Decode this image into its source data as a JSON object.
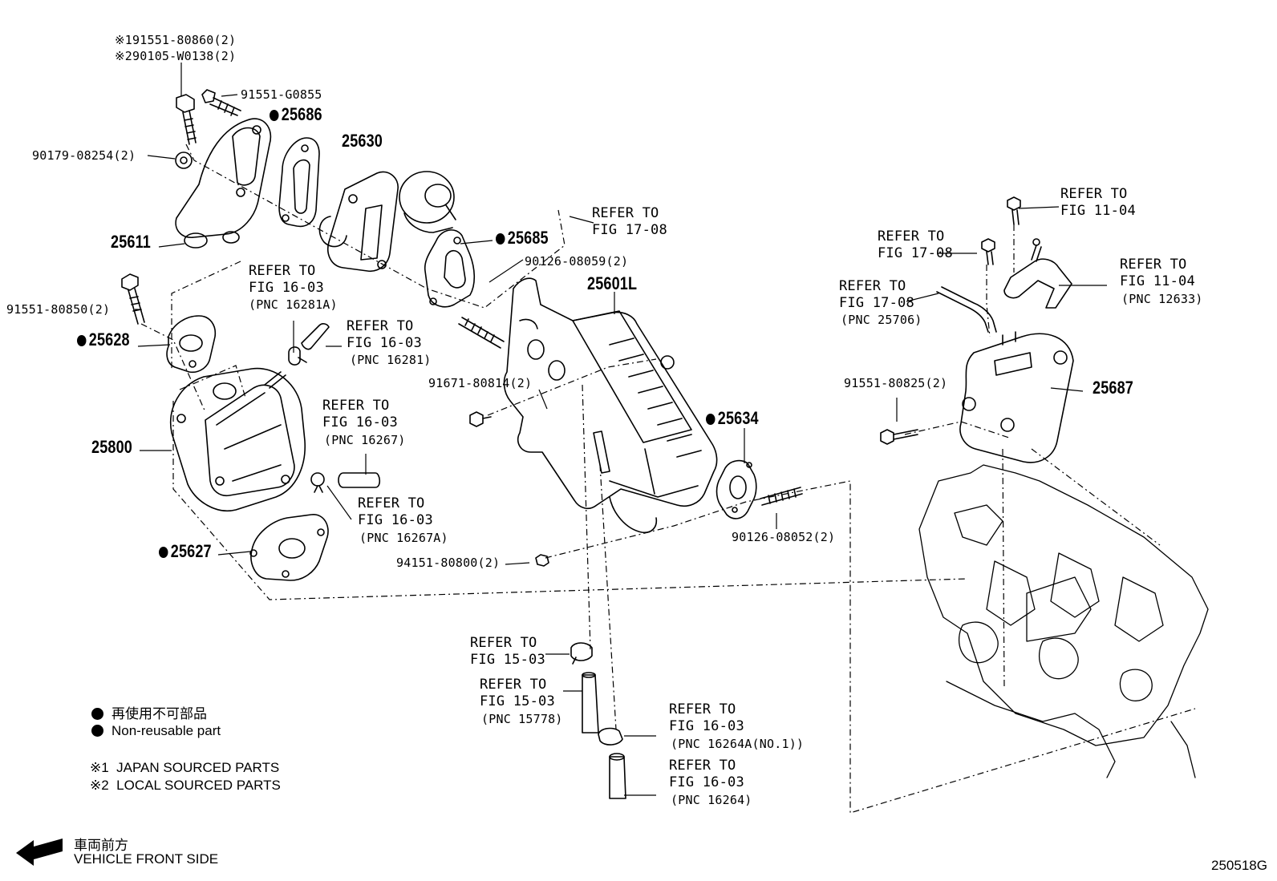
{
  "labels": {
    "p91551_80860": "※191551-80860(2)",
    "p290105": "※290105-W0138(2)",
    "p91551_g0855": "91551-G0855",
    "p25686": "25686",
    "p25630": "25630",
    "p90179": "90179-08254(2)",
    "p25611": "25611",
    "r_fig17_08_a_1": "REFER TO",
    "r_fig17_08_a_2": "FIG 17-08",
    "p25685": "25685",
    "r_fig16_03_281a_1": "REFER TO",
    "r_fig16_03_281a_2": "FIG 16-03",
    "r_fig16_03_281a_3": "(PNC 16281A)",
    "p90126_08059": "90126-08059(2)",
    "p25601l": "25601L",
    "p91551_80850": "91551-80850(2)",
    "p25628": "25628",
    "r_fig16_03_281_1": "REFER TO",
    "r_fig16_03_281_2": "FIG 16-03",
    "r_fig16_03_281_3": "(PNC 16281)",
    "p91671": "91671-80814(2)",
    "p25800": "25800",
    "r_fig16_03_267_1": "REFER TO",
    "r_fig16_03_267_2": "FIG 16-03",
    "r_fig16_03_267_3": "(PNC 16267)",
    "r_fig16_03_267a_1": "REFER TO",
    "r_fig16_03_267a_2": "FIG 16-03",
    "r_fig16_03_267a_3": "(PNC 16267A)",
    "p25627": "25627",
    "p94151": "94151-80800(2)",
    "p25634": "25634",
    "p90126_08052": "90126-08052(2)",
    "r_fig11_04_a_1": "REFER TO",
    "r_fig11_04_a_2": "FIG 11-04",
    "r_fig17_08_b_1": "REFER TO",
    "r_fig17_08_b_2": "FIG 17-08",
    "r_fig17_08_c_1": "REFER TO",
    "r_fig17_08_c_2": "FIG 17-08",
    "r_fig17_08_c_3": "(PNC 25706)",
    "r_fig11_04_b_1": "REFER TO",
    "r_fig11_04_b_2": "FIG 11-04",
    "r_fig11_04_b_3": "(PNC 12633)",
    "p91551_80825": "91551-80825(2)",
    "p25687": "25687",
    "r_fig15_03_a_1": "REFER TO",
    "r_fig15_03_a_2": "FIG 15-03",
    "r_fig15_03_b_1": "REFER TO",
    "r_fig15_03_b_2": "FIG 15-03",
    "r_fig15_03_b_3": "(PNC 15778)",
    "r_fig16_03_264a_1": "REFER TO",
    "r_fig16_03_264a_2": "FIG 16-03",
    "r_fig16_03_264a_3": "(PNC 16264A(NO.1))",
    "r_fig16_03_264_1": "REFER TO",
    "r_fig16_03_264_2": "FIG 16-03",
    "r_fig16_03_264_3": "(PNC 16264)"
  },
  "legend": {
    "non_reusable_jp": "再使用不可部品",
    "non_reusable_en": "Non-reusable part",
    "note1": "※1  JAPAN SOURCED PARTS",
    "note2": "※2  LOCAL SOURCED PARTS"
  },
  "footer": {
    "direction_jp": "車両前方",
    "direction_en": "VEHICLE FRONT SIDE",
    "figure_id": "250518G"
  }
}
